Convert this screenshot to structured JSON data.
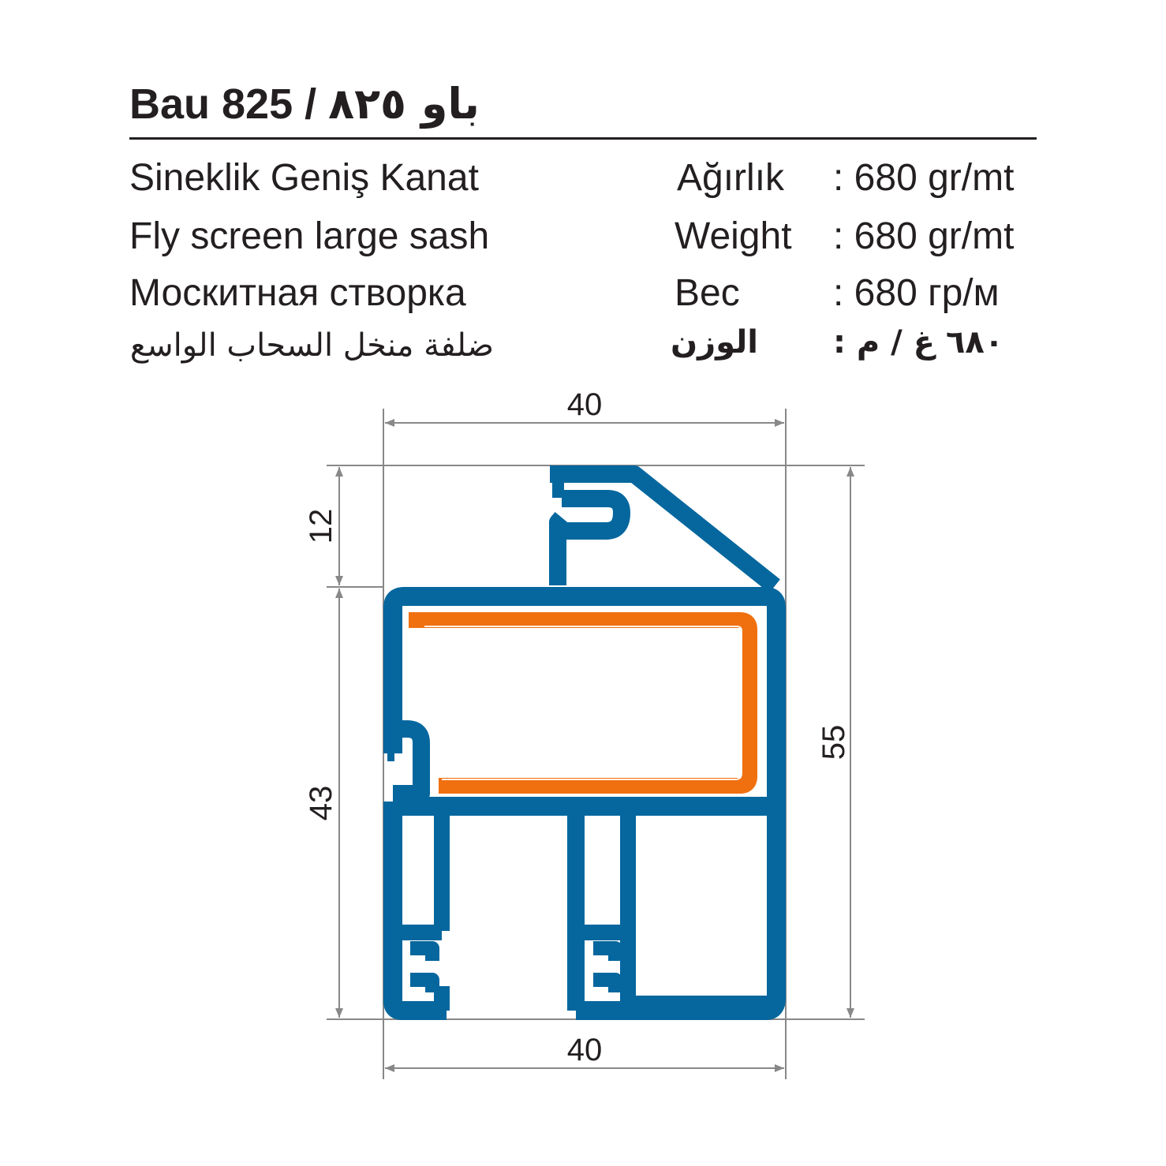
{
  "header": {
    "title_latin": "Bau 825 /",
    "title_arabic": "باو ٨٢٥"
  },
  "description": {
    "turkish": "Sineklik Geniş Kanat",
    "english": "Fly screen large sash",
    "russian": "Москитная створка",
    "arabic": "ضلفة منخل السحاب الواسع"
  },
  "weight": {
    "label_turkish": "Ağırlık",
    "label_english": "Weight",
    "label_russian": "Вес",
    "label_arabic": "الوزن",
    "value_turkish": ": 680 gr/mt",
    "value_english": ": 680 gr/mt",
    "value_russian": ": 680 гр/м",
    "value_arabic": ": م / غ  ٦٨٠"
  },
  "dimensions": {
    "top_width": "40",
    "bottom_width": "40",
    "upper_height": "12",
    "lower_height": "43",
    "total_height": "55"
  },
  "colors": {
    "profile": "#05679e",
    "gasket": "#f07010",
    "dimension_line": "#888888",
    "text": "#231f20"
  }
}
